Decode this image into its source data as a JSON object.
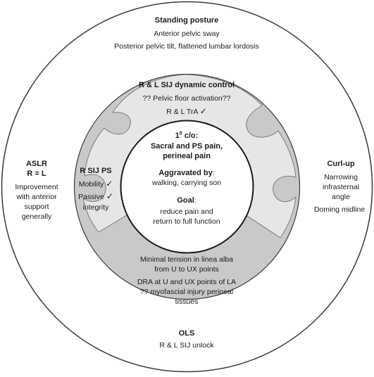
{
  "outer_ring": {
    "top_title": "Standing posture",
    "top_line1": "Anterior pelvic sway",
    "top_line2": "Posterior pelvic tilt, flattened lumbar lordosis",
    "left_title1": "ASLR",
    "left_title2": "R = L",
    "left_line1": "Improvement",
    "left_line2": "with anterior",
    "left_line3": "support",
    "left_line4": "generally",
    "right_title": "Curl-up",
    "right_line1": "Narrowing",
    "right_line2": "infrasternal",
    "right_line3": "angle",
    "right_line4": "Doming midline",
    "bottom_title": "OLS",
    "bottom_line1": "R & L SIJ unlock"
  },
  "middle_ring": {
    "top_title": "R & L SIJ dynamic control",
    "top_line1": "?? Pelvic floor activation??",
    "top_line2": "R & L TrA",
    "left_title": "R SIJ PS",
    "left_line1": "Mobility",
    "left_line2": "Passive",
    "left_line3": "integrity",
    "bottom_line1": "Minimal tension in linea alba",
    "bottom_line2": "from U to UX points",
    "bottom_line3": "DRA at U and UX points of LA",
    "bottom_line4": "?? myofascial injury perineal",
    "bottom_line5": "tissues"
  },
  "center": {
    "complaint_base": "1",
    "complaint_sup": "0",
    "complaint_suffix": " c/o:",
    "complaint_line1": "Sacral and PS pain,",
    "complaint_line2": "perineal pain",
    "aggravated_label": "Aggravated by",
    "aggravated_colon": ":",
    "aggravated_value": "walking, carrying son",
    "goal_label": "Goal",
    "goal_colon": ":",
    "goal_line1": "reduce pain and",
    "goal_line2": "return to full function"
  },
  "check_glyph": "✓",
  "colors": {
    "outer_fill": "#ffffff",
    "ring_fill": "#c9c9c9",
    "puzzle_fill": "#e6e6e6",
    "stroke": "#3a3a3a"
  }
}
